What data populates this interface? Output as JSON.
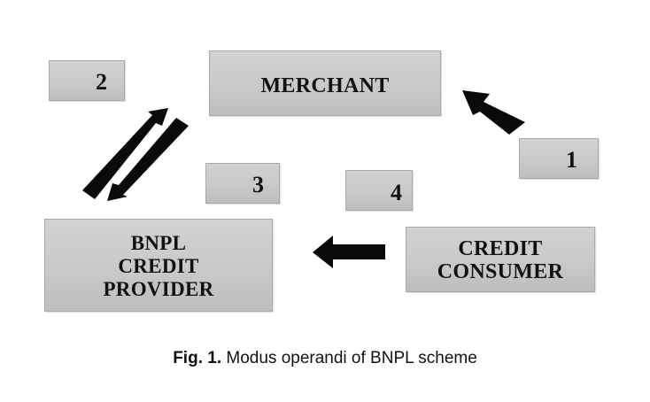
{
  "boxes": {
    "merchant": "MERCHANT",
    "bnpl_provider": [
      "BNPL",
      "CREDIT",
      "PROVIDER"
    ],
    "credit_consumer": [
      "CREDIT",
      "CONSUMER"
    ],
    "step_1": "1",
    "step_2": "2",
    "step_3": "3",
    "step_4": "4"
  },
  "caption": {
    "label": "Fig. 1.",
    "text": "Modus operandi of BNPL scheme"
  },
  "colors": {
    "box_fill": "#c8c8c8",
    "arrow": "#0a0a0a"
  }
}
